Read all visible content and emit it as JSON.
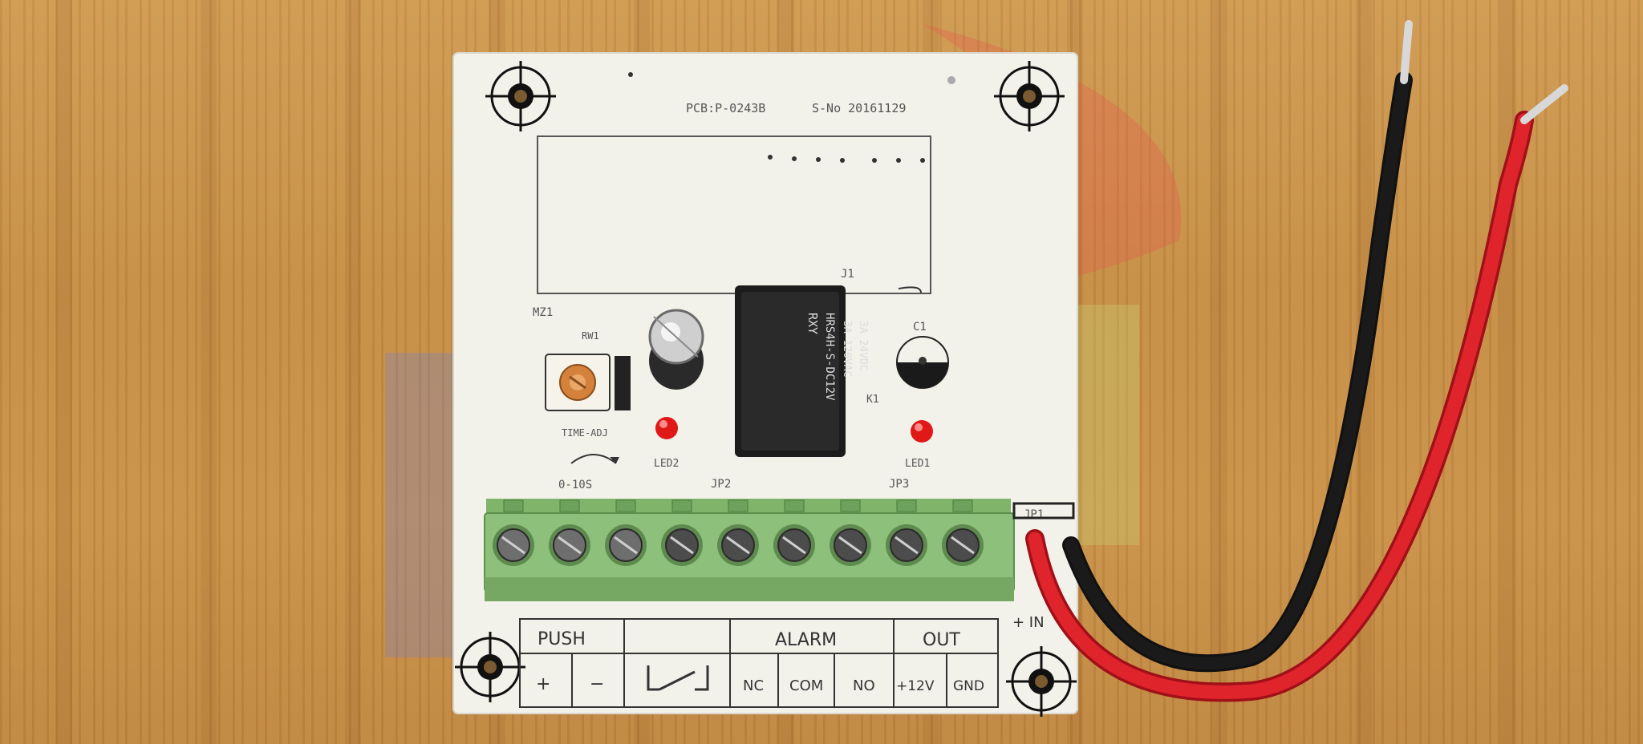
{
  "board": {
    "pcb_id": "PCB:P-0243B",
    "serial": "S-No 20161129",
    "label_mz1": "MZ1",
    "label_j1": "J1",
    "label_rw1": "RW1",
    "label_time_adj": "TIME-ADJ",
    "label_range": "0-10S",
    "label_c1": "C1",
    "label_k1": "K1",
    "label_led1": "LED1",
    "label_led2": "LED2",
    "label_jp1": "JP1",
    "label_jp2": "JP2",
    "label_jp3": "JP3",
    "label_input": "+ IN",
    "relay_brand": "RXY",
    "relay_model": "HRS4H-S-DC12V",
    "relay_rating_1": "3A 120VAC",
    "relay_rating_2": "3A 24VDC"
  },
  "terminal_labels": {
    "push": "PUSH",
    "push_plus": "+",
    "push_minus": "−",
    "alarm": "ALARM",
    "nc": "NC",
    "com": "COM",
    "no": "NO",
    "out": "OUT",
    "plus12v": "+12V",
    "gnd": "GND"
  },
  "colors": {
    "board": "#f2f1ea",
    "terminal_block": "#8dc07a",
    "relay": "#1c1c1c",
    "wire_red": "#e0242c",
    "wire_black": "#1a1a1a",
    "led": "#e01818"
  }
}
